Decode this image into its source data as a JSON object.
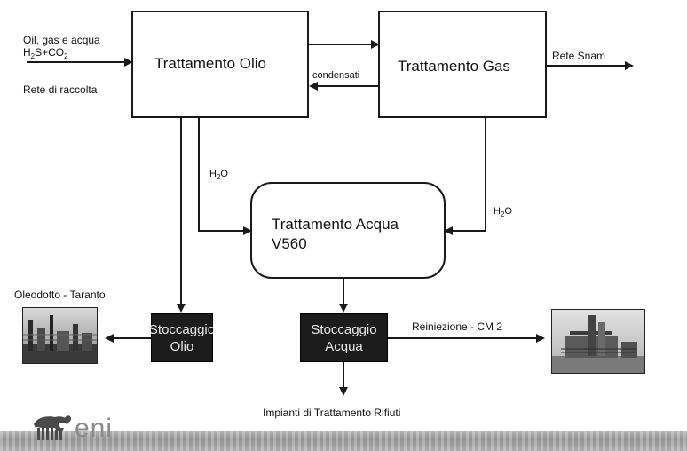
{
  "nodes": {
    "oil": "Trattamento Olio",
    "gas": "Trattamento Gas",
    "water_line1": "Trattamento Acqua",
    "water_line2": "V560",
    "oil_storage_line1": "Stoccaggio",
    "oil_storage_line2": "Olio",
    "water_storage_line1": "Stoccaggio",
    "water_storage_line2": "Acqua"
  },
  "labels": {
    "inlet_line1": "Oil, gas e acqua",
    "inlet_h2s_a": "H",
    "inlet_h2s_sub": "2",
    "inlet_h2s_b": "S+CO",
    "inlet_co2_sub": "2",
    "network": "Rete di raccolta",
    "condensates": "condensati",
    "snam": "Rete Snam",
    "h2o_left_a": "H",
    "h2o_left_sub": "2",
    "h2o_left_b": "O",
    "h2o_right_a": "H",
    "h2o_right_sub": "2",
    "h2o_right_b": "O",
    "pipeline": "Oleodotto - Taranto",
    "reinjection": "Reiniezione -  CM 2",
    "waste": "Impianti di Trattamento Rifiuti"
  },
  "logo": {
    "text": "eni",
    "icon": "six-legged-dog-logo"
  },
  "images": {
    "left": "refinery-photo",
    "right": "reinjection-plant-photo"
  },
  "colors": {
    "line": "#1a1a1a",
    "storage_fill": "#1c1c1c",
    "storage_text": "#e9e9e9",
    "logo_gray": "#8a8a8a"
  }
}
